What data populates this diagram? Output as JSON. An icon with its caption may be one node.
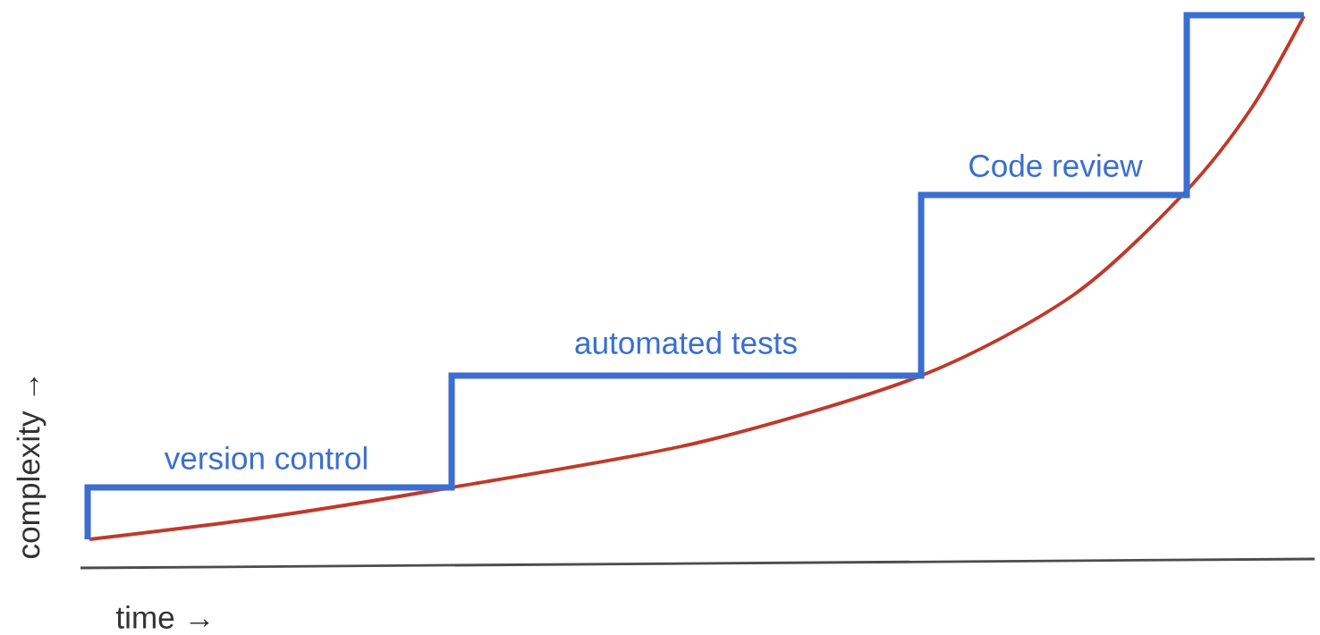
{
  "diagram": {
    "labels": [
      "Code review",
      "automated tests",
      "version control",
      "complexity →",
      "time →"
    ]
  }
}
